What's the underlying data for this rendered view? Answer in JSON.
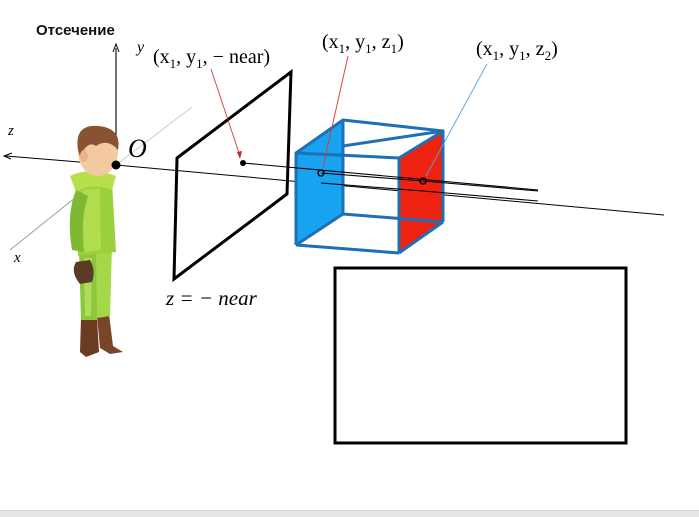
{
  "title": "Отсечение",
  "axes": {
    "y": "y",
    "z": "z",
    "x": "x",
    "origin": "O"
  },
  "labels": {
    "near_point": [
      "(x",
      "1",
      ", y",
      "1",
      ", − near)"
    ],
    "front_point": [
      "(x",
      "1",
      ", y",
      "1",
      ", z",
      "1",
      ")"
    ],
    "back_point": [
      "(x",
      "1",
      ", y",
      "1",
      ", z",
      "2",
      ")"
    ],
    "near_plane": "z = − near"
  },
  "colors": {
    "cube_edges": "#1f6fb5",
    "cube_front_face": "#17a3f0",
    "cube_back_face": "#ee2211",
    "front_leader": "#e53030",
    "back_leader": "#5aa0d8",
    "near_leader": "#cc2222"
  },
  "icons": {
    "person": "boy-character-icon"
  }
}
